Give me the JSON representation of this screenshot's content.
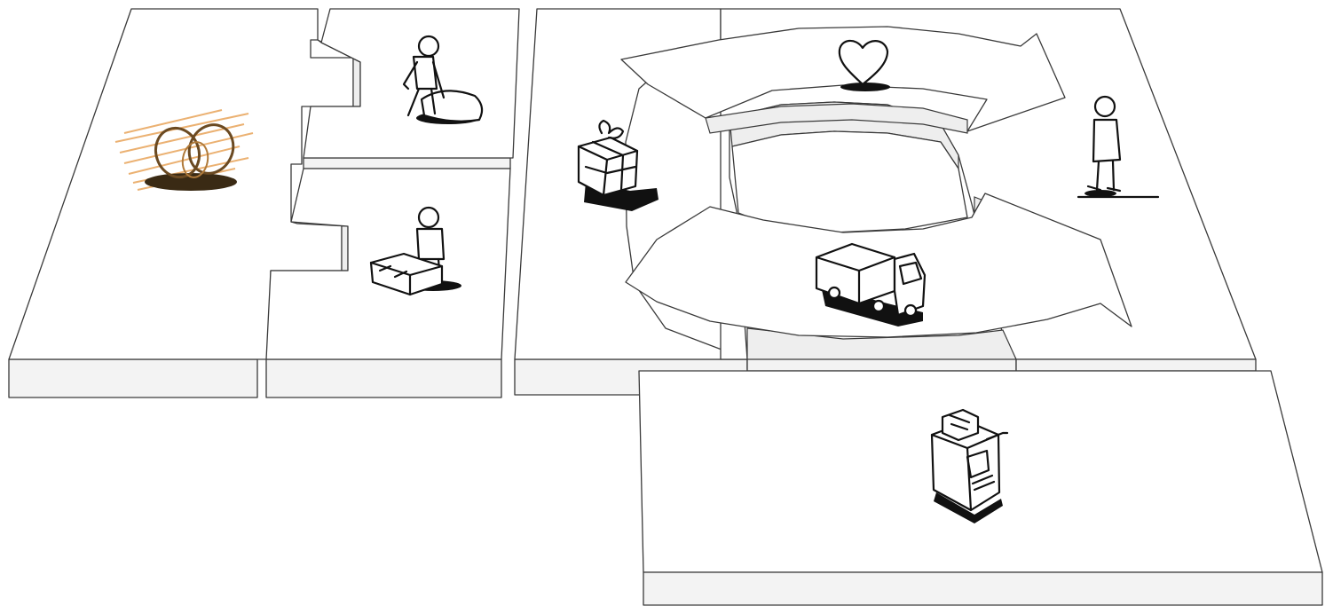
{
  "diagram": {
    "blocks": [
      {
        "id": "key-partners",
        "icon": "chain-links-icon"
      },
      {
        "id": "key-activities",
        "icon": "person-sweeping-icon"
      },
      {
        "id": "key-resources",
        "icon": "person-with-crate-icon"
      },
      {
        "id": "value-propositions",
        "icon": "gift-box-icon"
      },
      {
        "id": "customer-relationships",
        "icon": "heart-icon"
      },
      {
        "id": "channels",
        "icon": "truck-icon"
      },
      {
        "id": "customer-segments",
        "icon": "standing-person-icon"
      },
      {
        "id": "cost-structure",
        "icon": "none"
      },
      {
        "id": "revenue-streams",
        "icon": "cash-register-icon"
      }
    ],
    "accent_color": "#e8a45a",
    "line_color": "#3a3a3a"
  }
}
